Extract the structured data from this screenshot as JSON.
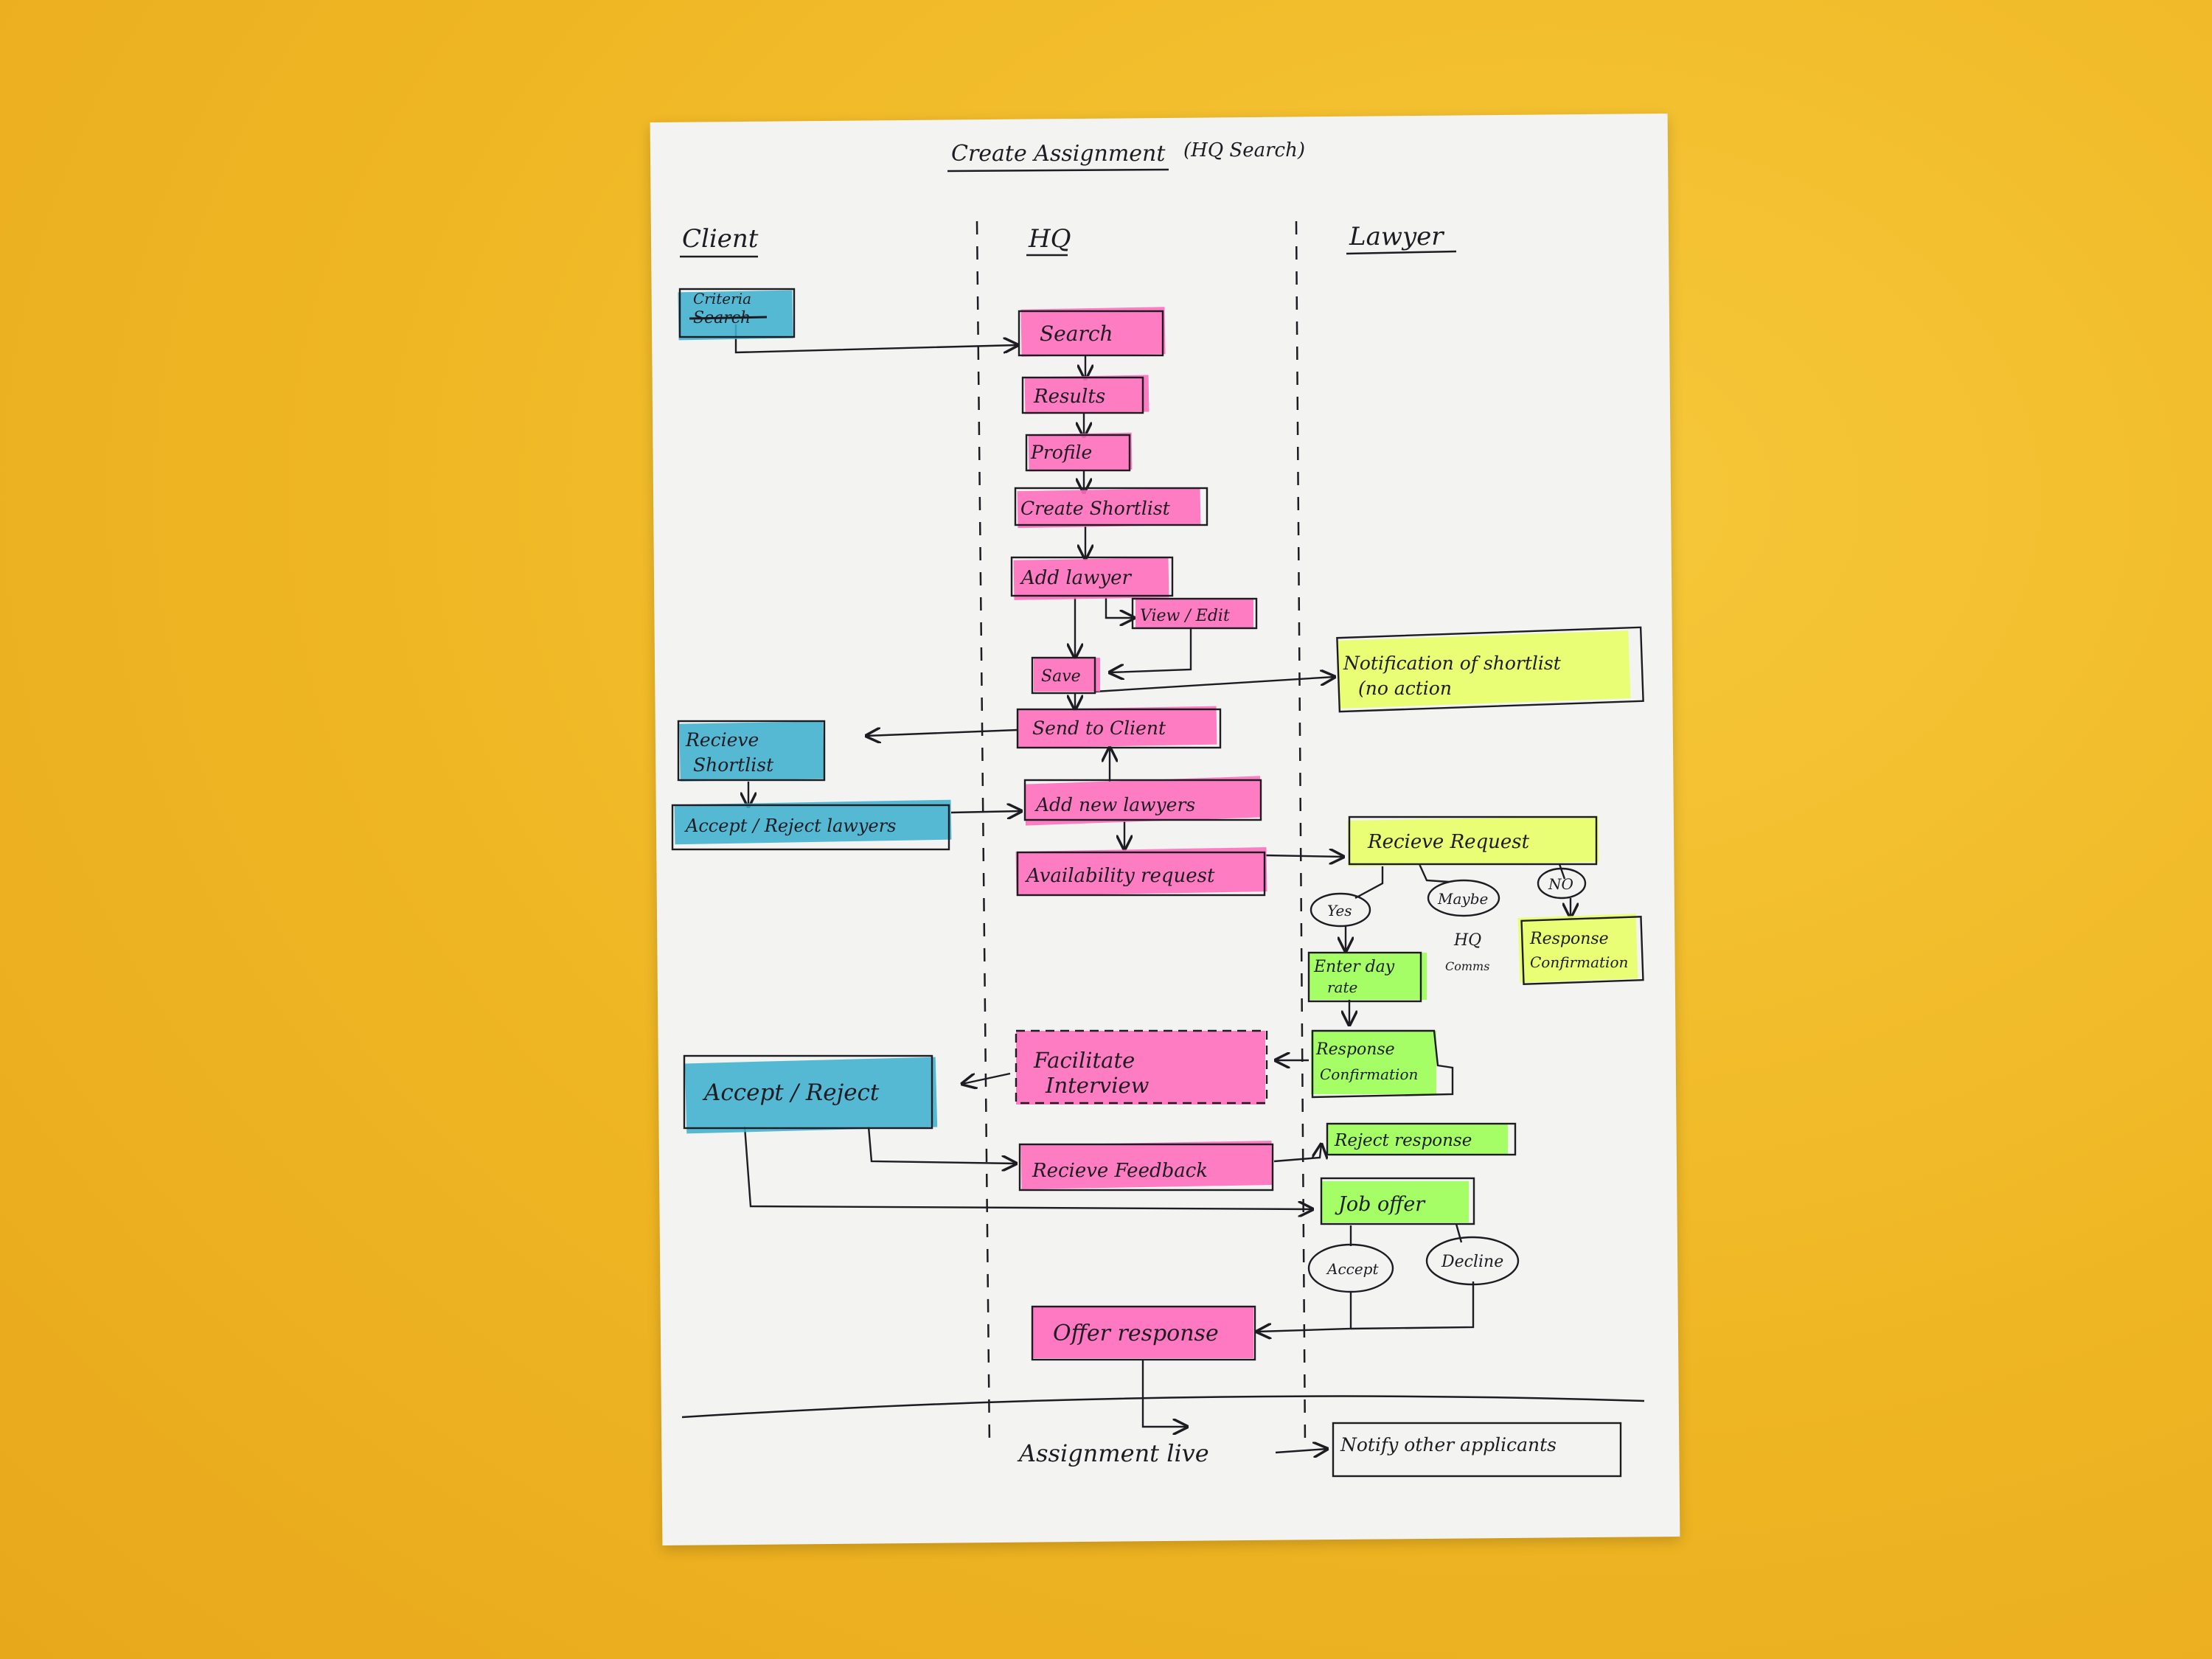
{
  "title": "Create Assignment",
  "subtitle": "(HQ Search)",
  "lanes": [
    "Client",
    "HQ",
    "Lawyer"
  ],
  "colors": {
    "background": "#f1bd2a",
    "paper": "#f3f3f1",
    "client": "#3fb0cf",
    "hq": "#ff6fbd",
    "lawyer": "#e8ff6a",
    "ink": "#1c1c22"
  },
  "client": {
    "criteria": "Criteria",
    "criteria_struck": "Search",
    "receive_shortlist_1": "Recieve",
    "receive_shortlist_2": "Shortlist",
    "accept_reject_lawyers": "Accept / Reject lawyers",
    "accept_reject": "Accept / Reject"
  },
  "hq": {
    "search": "Search",
    "results": "Results",
    "profile": "Profile",
    "create_shortlist": "Create Shortlist",
    "add_lawyer": "Add lawyer",
    "view_edit": "View / Edit",
    "save": "Save",
    "send_to_client": "Send to Client",
    "add_new_lawyers": "Add new lawyers",
    "availability_request": "Availability request",
    "facilitate_interview_1": "Facilitate",
    "facilitate_interview_2": "Interview",
    "receive_feedback": "Recieve Feedback",
    "offer_response": "Offer response"
  },
  "lawyer": {
    "notification_1": "Notification of shortlist",
    "notification_2": "(no action",
    "receive_request": "Recieve Request",
    "yes": "Yes",
    "maybe": "Maybe",
    "no": "NO",
    "hq_comms_1": "HQ",
    "hq_comms_2": "Comms",
    "response_confirmation_1": "Response",
    "response_confirmation_2": "Confirmation",
    "enter_day_rate_1": "Enter day",
    "enter_day_rate_2": "rate",
    "response_confirmation2_1": "Response",
    "response_confirmation2_2": "Confirmation",
    "reject_response": "Reject response",
    "job_offer": "Job offer",
    "accept": "Accept",
    "decline": "Decline"
  },
  "footer": {
    "assignment_live": "Assignment live",
    "notify_other_applicants": "Notify other applicants"
  }
}
